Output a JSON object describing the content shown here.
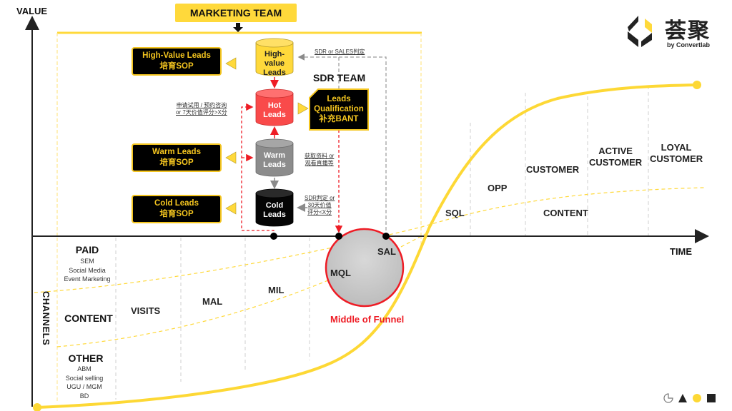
{
  "axes": {
    "y_label": "VALUE",
    "x_label": "TIME",
    "channels_label": "CHANNELS"
  },
  "marketing_team": {
    "label": "MARKETING TEAM"
  },
  "sop_boxes": [
    {
      "title": "High-Value Leads",
      "sub": "培育SOP"
    },
    {
      "title": "Warm Leads",
      "sub": "培育SOP"
    },
    {
      "title": "Cold Leads",
      "sub": "培育SOP"
    }
  ],
  "cylinders": {
    "high_value": {
      "line1": "High-",
      "line2": "value",
      "line3": "Leads",
      "color": "#FFD93B"
    },
    "hot": {
      "line1": "Hot",
      "line2": "Leads",
      "color": "#F94A4A"
    },
    "warm": {
      "line1": "Warm",
      "line2": "Leads",
      "color": "#8C8C8C"
    },
    "cold": {
      "line1": "Cold",
      "line2": "Leads",
      "color": "#000000"
    }
  },
  "notes": {
    "sdr_or_sales": "SDR or SALES判定",
    "trial_line1": "申请试用 / 预约咨询",
    "trial_line2": "or 7天价值评分>X分",
    "download_line1": "获取资料 or",
    "download_line2": "观看直播等",
    "sdr_judge_line1": "SDR判定 or",
    "sdr_judge_line2": "30天价值",
    "sdr_judge_line3": "评分<X分"
  },
  "sdr_team": {
    "label": "SDR TEAM",
    "qualification_line1": "Leads",
    "qualification_line2": "Qualification",
    "qualification_line3": "补充BANT"
  },
  "stages": {
    "visits": "VISITS",
    "mal": "MAL",
    "mil": "MIL",
    "mql": "MQL",
    "sal": "SAL",
    "sql": "SQL",
    "opp": "OPP",
    "customer": "CUSTOMER",
    "active_customer_1": "ACTIVE",
    "active_customer_2": "CUSTOMER",
    "loyal_customer_1": "LOYAL",
    "loyal_customer_2": "CUSTOMER",
    "content_upper": "CONTENT",
    "middle_of_funnel": "Middle of Funnel"
  },
  "channels": {
    "paid": {
      "title": "PAID",
      "items": [
        "SEM",
        "Social Media",
        "Event Marketing"
      ]
    },
    "content": {
      "title": "CONTENT"
    },
    "other": {
      "title": "OTHER",
      "items": [
        "ABM",
        "Social selling",
        "UGU / MGM",
        "BD"
      ]
    }
  },
  "logo": {
    "name": "荟聚",
    "sub": "by Convertlab"
  },
  "colors": {
    "accent_yellow": "#FFD93B",
    "curve_yellow": "#FDD835",
    "sop_gold": "#F4C51F",
    "funnel_red": "#EE1C25",
    "axis": "#222222"
  },
  "legend_icons": [
    "pie-icon",
    "triangle-icon",
    "circle-icon",
    "square-icon"
  ]
}
